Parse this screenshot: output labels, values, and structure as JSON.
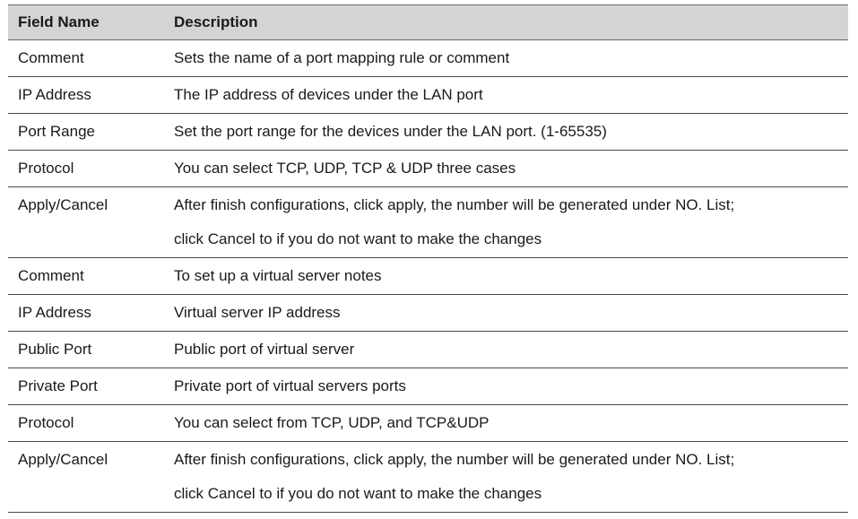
{
  "table": {
    "headers": {
      "field_name": "Field Name",
      "description": "Description"
    },
    "rows": [
      {
        "field": "Comment",
        "description": "Sets the name of a port mapping rule or comment"
      },
      {
        "field": "IP Address",
        "description": "The IP address of devices under the LAN  port"
      },
      {
        "field": "Port Range",
        "description": "Set the port range for the devices under the LAN port. (1-65535)"
      },
      {
        "field": "Protocol",
        "description": "You can select TCP, UDP, TCP & UDP three cases"
      },
      {
        "field": "Apply/Cancel",
        "description": "After finish configurations, click apply, the number will be generated under NO. List;",
        "description_line2": "click Cancel to if you do not want to make the  changes"
      },
      {
        "field": "Comment",
        "description": "To set up a virtual server notes"
      },
      {
        "field": "IP Address",
        "description": "Virtual server IP address"
      },
      {
        "field": "Public Port",
        "description": "Public port of virtual server"
      },
      {
        "field": "Private Port",
        "description": "Private port of virtual servers ports"
      },
      {
        "field": "Protocol",
        "description": "You can select from TCP, UDP, and   TCP&UDP"
      },
      {
        "field": "Apply/Cancel",
        "description": "After finish configurations, click apply, the number will be generated under NO. List;",
        "description_line2": "click Cancel to if you do not want to make the  changes"
      }
    ]
  }
}
